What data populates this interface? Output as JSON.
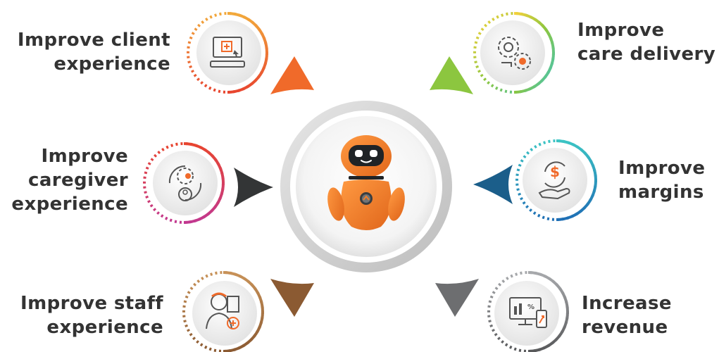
{
  "items": [
    {
      "id": "client",
      "label_lines": [
        "Improve client",
        "experience"
      ],
      "icon": "computer-add-icon"
    },
    {
      "id": "care",
      "label_lines": [
        "Improve",
        "care delivery"
      ],
      "icon": "gears-process-icon"
    },
    {
      "id": "caregiver",
      "label_lines": [
        "Improve",
        "caregiver",
        "experience"
      ],
      "icon": "caregiver-cycle-icon"
    },
    {
      "id": "margins",
      "label_lines": [
        "Improve",
        "margins"
      ],
      "icon": "dollar-hand-icon"
    },
    {
      "id": "staff",
      "label_lines": [
        "Improve staff",
        "experience"
      ],
      "icon": "staff-document-icon"
    },
    {
      "id": "revenue",
      "label_lines": [
        "Increase",
        "revenue"
      ],
      "icon": "revenue-devices-icon"
    }
  ],
  "center": {
    "icon": "robot-icon"
  },
  "colors": {
    "client": "#f06a2a",
    "care": "#8cc63f",
    "caregiver": "#333536",
    "margins": "#1b5e8a",
    "staff": "#8b5a32",
    "revenue": "#6d6e70",
    "robot": "#f07f2a",
    "ring_grey": "#cfcfcf"
  }
}
